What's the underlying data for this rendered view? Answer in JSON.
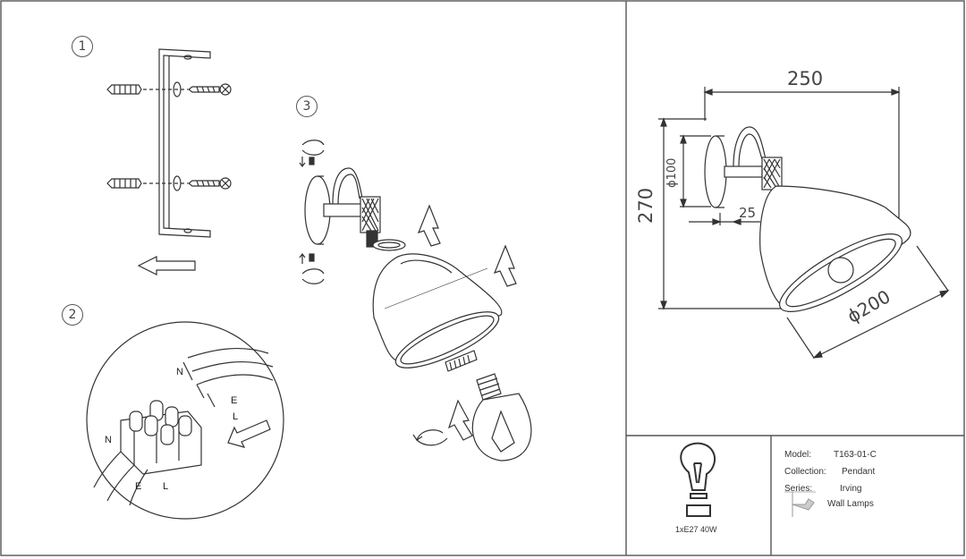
{
  "steps": [
    "1",
    "2",
    "3"
  ],
  "wiring": {
    "n": "N",
    "e": "E",
    "l": "L",
    "n2": "N",
    "e2": "E",
    "l2": "L"
  },
  "dimensions": {
    "width": "250",
    "height": "270",
    "backplate": "ϕ100",
    "arm": "25",
    "shade": "ϕ200"
  },
  "bulb": {
    "spec": "1xE27 40W"
  },
  "info": {
    "model_label": "Model:",
    "model_value": "T163-01-C",
    "collection_label": "Collection:",
    "collection_value": "Pendant",
    "series_label": "Series:",
    "series_value": "Irving",
    "type_value": "Wall Lamps"
  }
}
